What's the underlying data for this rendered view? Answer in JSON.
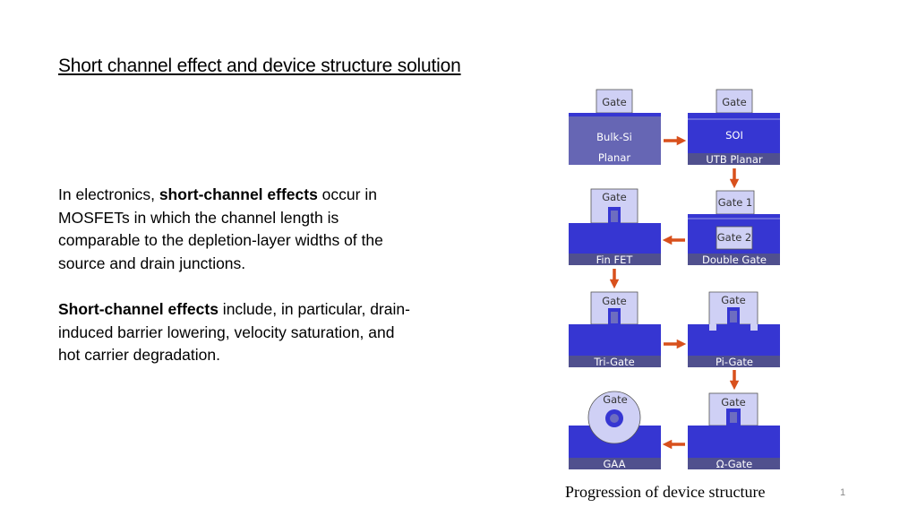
{
  "slide": {
    "title": "Short channel effect and device structure solution",
    "para1": {
      "t1": "In electronics, ",
      "b1": "short-channel effects",
      "t2": " occur in MOSFETs in which the channel length is comparable to the depletion-layer widths of the source and drain junctions."
    },
    "para2": {
      "b1": "Short-channel effects",
      "t1": " include, in particular, drain-induced barrier lowering, velocity saturation, and hot carrier degradation."
    },
    "caption": "Progression of device structure",
    "page_number": "1"
  },
  "diagram": {
    "colors": {
      "gate": "#cfd0f5",
      "substrate": "#3636d2",
      "bulk": "#6666b4",
      "label_bar": "#50508e",
      "arrow": "#d8501c"
    },
    "devices": {
      "bulk_planar": {
        "gate": "Gate",
        "body": "Bulk-Si",
        "name": "Planar"
      },
      "utb_planar": {
        "gate": "Gate",
        "body": "SOI",
        "name": "UTB Planar"
      },
      "fin_fet": {
        "gate": "Gate",
        "name": "Fin FET"
      },
      "double_gate": {
        "gate1": "Gate 1",
        "gate2": "Gate 2",
        "name": "Double Gate"
      },
      "tri_gate": {
        "gate": "Gate",
        "name": "Tri-Gate"
      },
      "pi_gate": {
        "gate": "Gate",
        "name": "Pi-Gate"
      },
      "gaa": {
        "gate": "Gate",
        "name": "GAA"
      },
      "omega_gate": {
        "gate": "Gate",
        "name": "Ω-Gate"
      }
    }
  }
}
